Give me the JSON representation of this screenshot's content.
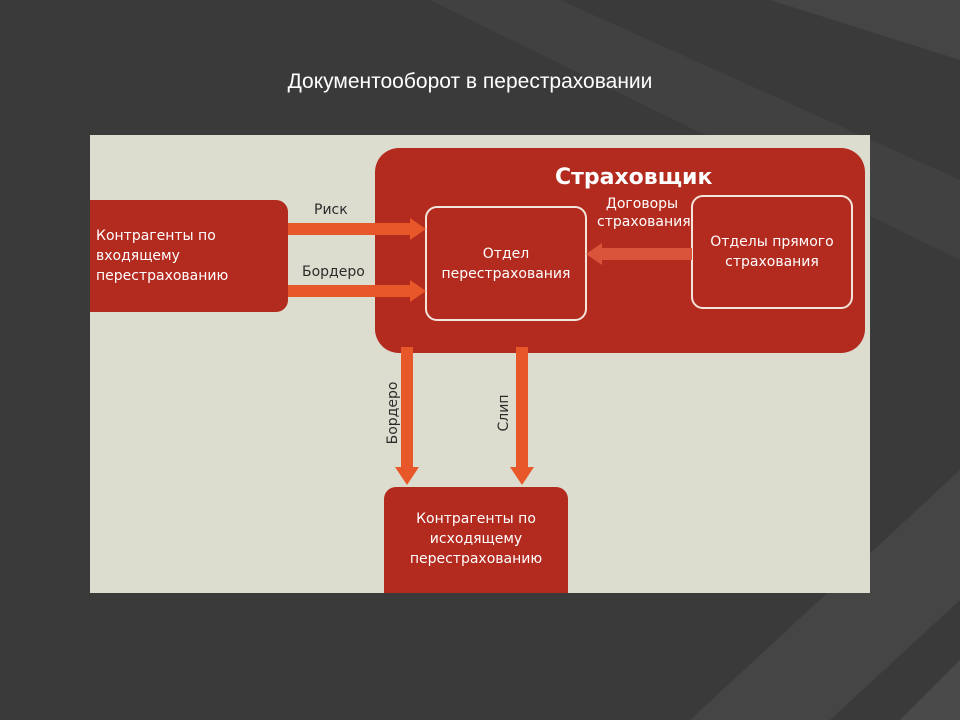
{
  "slide": {
    "title": "Документооборот в перестраховании"
  },
  "diagram": {
    "insurer": {
      "title": "Страховщик"
    },
    "reinsurance_department": {
      "label": "Отдел перестрахования"
    },
    "direct_insurance_departments": {
      "label": "Отделы прямого страхования"
    },
    "incoming_counterparties": {
      "label": "Контрагенты по входящему перестрахованию"
    },
    "outgoing_counterparties": {
      "label": "Контрагенты по исходящему перестрахованию"
    },
    "flows": {
      "risk": "Риск",
      "bordereau_in": "Бордеро",
      "contracts": "Договоры страхования",
      "bordereau_out": "Бордеро",
      "slip": "Слип"
    }
  },
  "colors": {
    "background": "#3a3a3a",
    "panel": "#ddddcf",
    "box_red": "#b32a1f",
    "arrow_orange": "#e8572a"
  }
}
